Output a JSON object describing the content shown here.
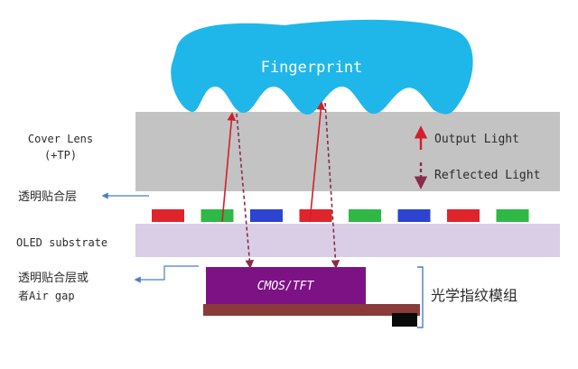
{
  "labels": {
    "fingerprint": "Fingerprint",
    "cover_lens_line1": "Cover Lens",
    "cover_lens_line2": "(+TP)",
    "adhesive_layer": "透明贴合层",
    "oled_substrate": "OLED substrate",
    "adhesive_or_gap_line1": "透明贴合层或",
    "adhesive_or_gap_line2": "者Air gap",
    "sensor": "CMOS/TFT",
    "module": "光学指纹模组"
  },
  "legend": {
    "output_light": "Output Light",
    "reflected_light": "Reflected Light"
  },
  "colors": {
    "fingerprint": "#1fb7ea",
    "cover_lens": "#c3c3c3",
    "oled_substrate": "#d9cee6",
    "sensor": "#7d1285",
    "sensor_base": "#8b3a3a",
    "chip": "#0a0a0a",
    "output_light": "#d21f2a",
    "reflected_light": "#8a2b4c",
    "pointer_arrow": "#4a7fc1",
    "pixels": [
      "#e0242c",
      "#2fb846",
      "#2c44cf",
      "#e0242c",
      "#2fb846",
      "#2c44cf",
      "#e0242c",
      "#2fb846"
    ]
  },
  "icons": {
    "output": "up-arrow-icon",
    "reflected": "dashed-down-arrow-icon",
    "pointer": "left-arrow-icon",
    "bracket": "bracket-icon"
  }
}
